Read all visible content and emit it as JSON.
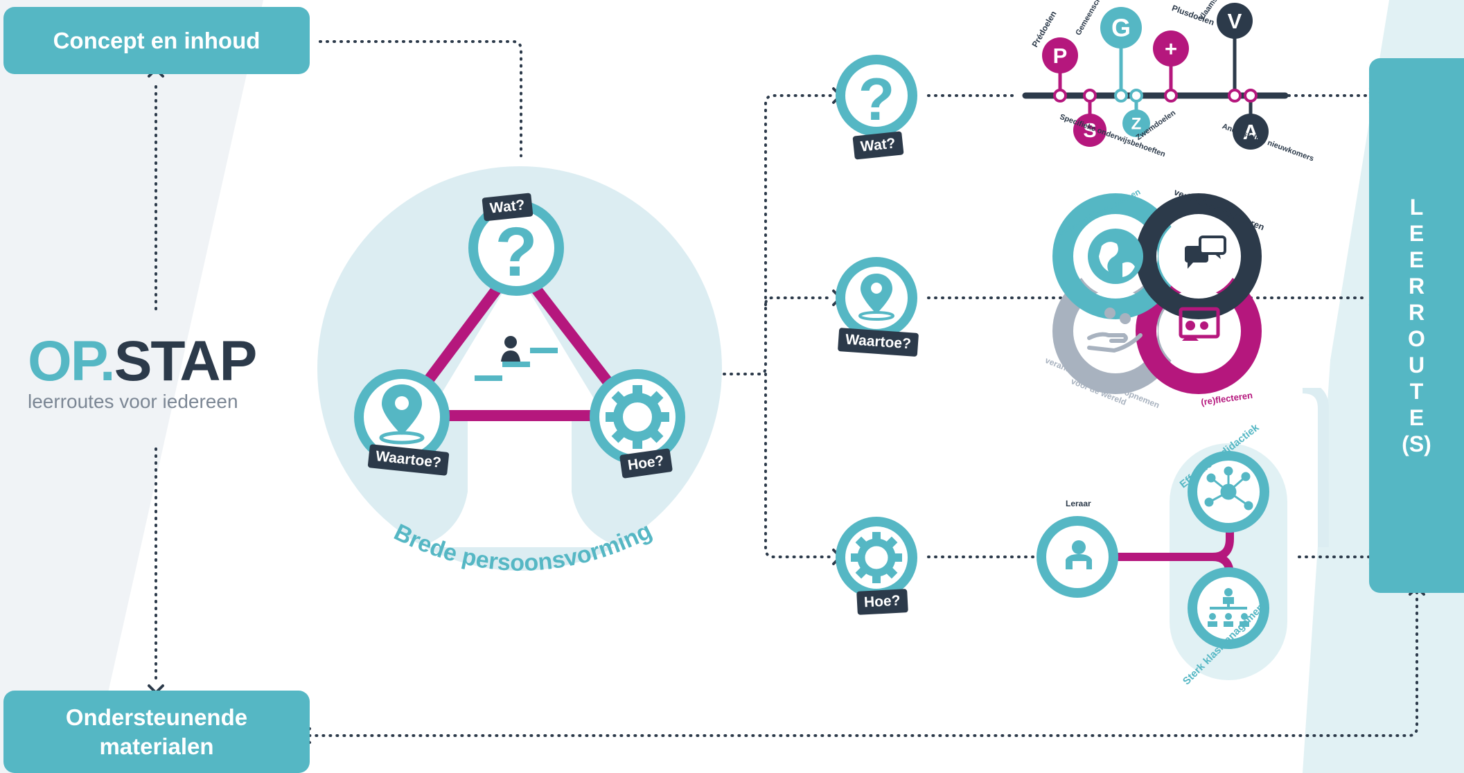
{
  "brand": {
    "logo_left": "OP",
    "logo_right": "STAP",
    "tagline": "leerroutes voor iedereen"
  },
  "boxes": {
    "concept": "Concept en inhoud",
    "materials_line1": "Ondersteunende",
    "materials_line2": "materialen",
    "route_letters": [
      "L",
      "E",
      "E",
      "R",
      "R",
      "O",
      "U",
      "T",
      "E",
      "(S)"
    ]
  },
  "center": {
    "wat": "Wat?",
    "waartoe": "Waartoe?",
    "hoe": "Hoe?",
    "arc_label": "Brede persoonsvorming"
  },
  "rows": {
    "wat": "Wat?",
    "waartoe": "Waartoe?",
    "hoe": "Hoe?"
  },
  "goals": {
    "top": [
      {
        "letter": "P",
        "label": "Prédoelen",
        "color": "#b5177d"
      },
      {
        "letter": "G",
        "label": "Gemeenschappelijke doelen",
        "color": "#55b7c4"
      },
      {
        "letter": "+",
        "label": "Plusdoelen",
        "color": "#b5177d"
      },
      {
        "letter": "V",
        "label": "Vlaamse Regentaal",
        "color": "#2c3a4a"
      }
    ],
    "bottom": [
      {
        "letter": "S",
        "label": "Specifieke onderwijsbehoeften",
        "color": "#b5177d"
      },
      {
        "letter": "Z",
        "label": "Zwemdoelen",
        "color": "#55b7c4"
      },
      {
        "letter": "A",
        "label": "Anderstalige nieuwkomers",
        "color": "#2c3a4a"
      }
    ]
  },
  "purpose": {
    "world": "de wereld leren kennen",
    "dialogue": "verbindend dialogeren",
    "responsibility_line1": "verantwoordelijkheid opnemen",
    "responsibility_line2": "voor de wereld",
    "reflect": "(re)flecteren"
  },
  "method": {
    "teacher": "Leraar",
    "didactics": "Effectieve didactiek",
    "management": "Sterk klasmanagement"
  },
  "colors": {
    "teal": "#55b7c4",
    "magenta": "#b5177d",
    "navy": "#2c3a4a",
    "light": "#e1f1f4",
    "grey": "#a8b2bf"
  }
}
